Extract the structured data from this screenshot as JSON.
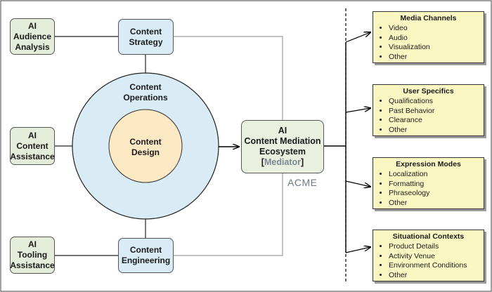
{
  "left_boxes": {
    "audience": [
      "AI",
      "Audience",
      "Analysis"
    ],
    "assistance": [
      "AI",
      "Content",
      "Assistance"
    ],
    "tooling": [
      "AI",
      "Tooling",
      "Assistance"
    ]
  },
  "mid_boxes": {
    "strategy": [
      "Content",
      "Strategy"
    ],
    "engineering": [
      "Content",
      "Engineering"
    ]
  },
  "circles": {
    "operations": [
      "Content",
      "Operations"
    ],
    "design": [
      "Content",
      "Design"
    ]
  },
  "central": {
    "line1": "AI",
    "line2": "Content Mediation",
    "line3": "Ecosystem",
    "bracket_open": "[",
    "mediator": "Mediator",
    "bracket_close": "]"
  },
  "acme_label": "ACME",
  "right_boxes": [
    {
      "title": "Media Channels",
      "items": [
        "Video",
        "Audio",
        "Visualization",
        "Other"
      ]
    },
    {
      "title": "User Specifics",
      "items": [
        "Qualifications",
        "Past Behavior",
        "Clearance",
        "Other"
      ]
    },
    {
      "title": "Expression Modes",
      "items": [
        "Localization",
        "Formatting",
        "Phraseology",
        "Other"
      ]
    },
    {
      "title": "Situational Contexts",
      "items": [
        "Product Details",
        "Activity Venue",
        "Environment Conditions",
        "Other"
      ]
    }
  ],
  "colors": {
    "green_box": "#e4edd9",
    "blue_box": "#d9ebf5",
    "yellow_box": "#fbf7c2",
    "design_circle": "#fde8c4",
    "operations_circle": "#d9ebf5",
    "connector_gray": "#a0a0a0"
  }
}
